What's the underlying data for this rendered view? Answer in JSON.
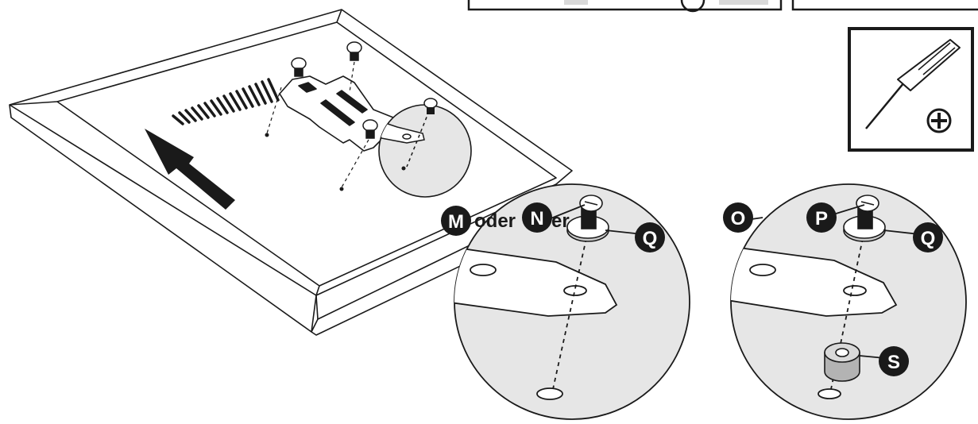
{
  "labels": {
    "M": "M",
    "N": "N",
    "O": "O",
    "P": "P",
    "Q_left": "Q",
    "Q_right": "Q",
    "S": "S"
  },
  "connector_text": "oder",
  "connector_text_tail": "er",
  "tool": {
    "name": "screwdriver-icon",
    "bit": "phillips-icon",
    "bit_glyph": "⊕"
  },
  "colors": {
    "line": "#1a1a1a",
    "badge": "#1a1a1a",
    "detail_fill": "#e6e6e6",
    "background": "#ffffff"
  }
}
